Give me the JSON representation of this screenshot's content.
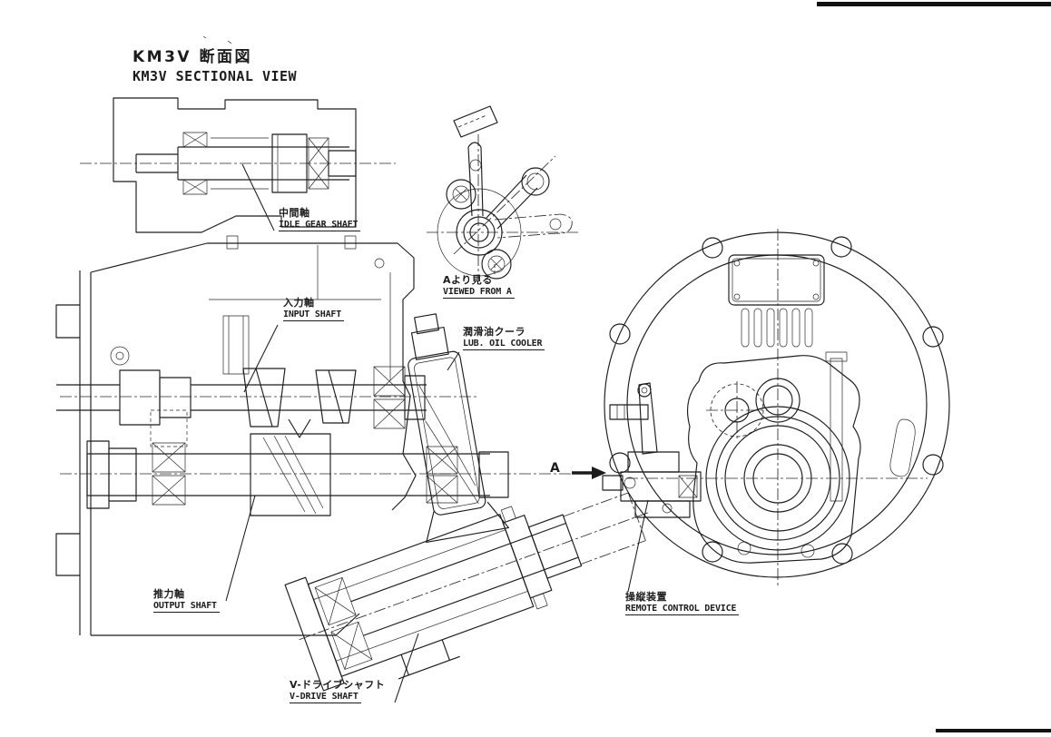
{
  "title": {
    "jp": "KM3V 断面図",
    "en": "KM3V SECTIONAL VIEW"
  },
  "view_marker": {
    "letter": "A"
  },
  "labels": [
    {
      "id": "idle-gear-shaft",
      "jp": "中間軸",
      "en": "IDLE GEAR SHAFT"
    },
    {
      "id": "input-shaft",
      "jp": "入力軸",
      "en": "INPUT SHAFT"
    },
    {
      "id": "lub-oil-cooler",
      "jp": "潤滑油クーラ",
      "en": "LUB. OIL COOLER"
    },
    {
      "id": "viewed-from-a",
      "jp": "Aより見る",
      "en": "VIEWED FROM A"
    },
    {
      "id": "output-shaft",
      "jp": "推力軸",
      "en": "OUTPUT SHAFT"
    },
    {
      "id": "v-drive-shaft",
      "jp": "V-ドライブシャフト",
      "en": "V-DRIVE SHAFT"
    },
    {
      "id": "remote-control-device",
      "jp": "操縦装置",
      "en": "REMOTE CONTROL DEVICE"
    }
  ],
  "colors": {
    "ink": "#1c1c1c",
    "paper": "#ffffff"
  }
}
